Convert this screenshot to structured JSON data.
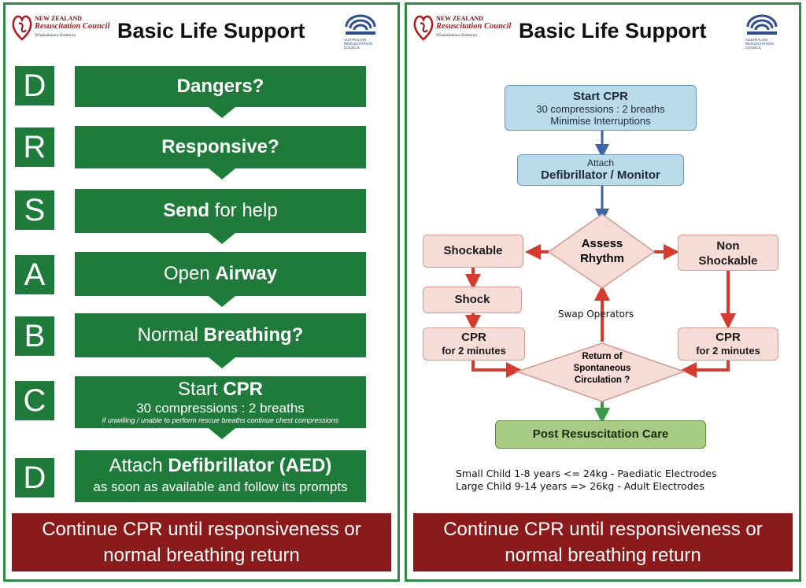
{
  "header": {
    "org_left_line1": "NEW ZEALAND",
    "org_left_line2": "Resuscitation Council",
    "org_left_line3": "Whakahauora Aotearoa",
    "title": "Basic Life Support",
    "org_right_line1": "AUSTRALIAN",
    "org_right_line2": "RESUSCITATION",
    "org_right_line3": "COUNCIL"
  },
  "steps": [
    {
      "letter": "D",
      "pre": "",
      "bold": "Dangers?",
      "post": ""
    },
    {
      "letter": "R",
      "pre": "",
      "bold": "Responsive?",
      "post": ""
    },
    {
      "letter": "S",
      "pre": "",
      "bold": "Send",
      "post": " for help"
    },
    {
      "letter": "A",
      "pre": "Open ",
      "bold": "Airway",
      "post": ""
    },
    {
      "letter": "B",
      "pre": "Normal ",
      "bold": "Breathing?",
      "post": ""
    },
    {
      "letter": "C",
      "pre": "Start ",
      "bold": "CPR",
      "post": "",
      "sub1": "30 compressions : 2 breaths",
      "sub2": "if unwilling / unable to perform rescue breaths continue chest compressions"
    },
    {
      "letter": "D",
      "pre": "Attach ",
      "bold": "Defibrillator (AED)",
      "post": "",
      "sub1": "as soon as available and follow its prompts"
    }
  ],
  "footer": {
    "line1": "Continue CPR until responsiveness or",
    "line2": "normal breathing return"
  },
  "flowchart": {
    "start_cpr_title": "Start CPR",
    "start_cpr_line2": "30 compressions : 2 breaths",
    "start_cpr_line3": "Minimise Interruptions",
    "attach_line1": "Attach",
    "attach_line2": "Defibrillator / Monitor",
    "assess_line1": "Assess",
    "assess_line2": "Rhythm",
    "shockable": "Shockable",
    "non_line1": "Non",
    "non_line2": "Shockable",
    "shock": "Shock",
    "cpr_left_line1": "CPR",
    "cpr_left_line2": "for 2 minutes",
    "cpr_right_line1": "CPR",
    "cpr_right_line2": "for 2 minutes",
    "swap": "Swap Operators",
    "rosc_line1": "Return of",
    "rosc_line2": "Spontaneous",
    "rosc_line3": "Circulation ?",
    "post": "Post Resuscitation Care",
    "note1": "Small Child 1-8 years   <=  24kg - Paediatic Electrodes",
    "note2": "Large Child 9-14 years => 26kg - Adult Electrodes"
  },
  "colors": {
    "green": "#1e7b3a",
    "dark_red": "#8b1a1a",
    "arrow_blue": "#3a66a8",
    "arrow_red": "#d63b2f",
    "arrow_green": "#3b9a46"
  }
}
